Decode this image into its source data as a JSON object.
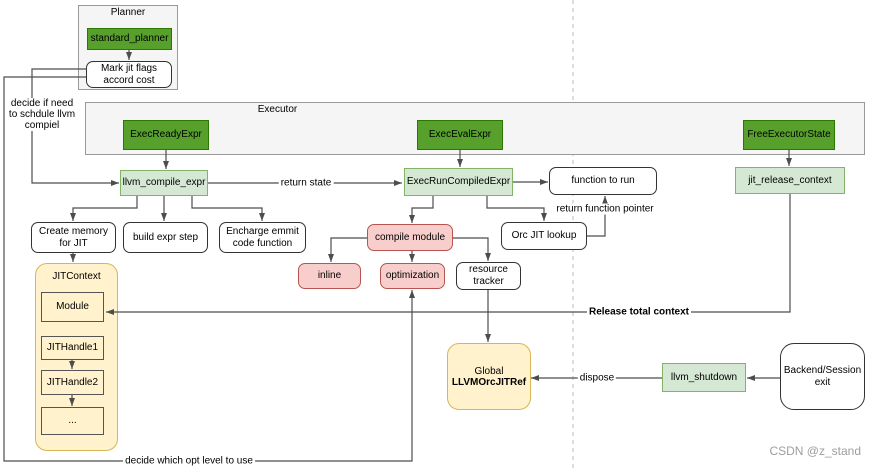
{
  "diagram": {
    "planner": {
      "title": "Planner",
      "standard_planner": "standard_planner",
      "mark_jit_flags": "Mark jit flags accord cost"
    },
    "executor": {
      "title": "Executor",
      "exec_ready_expr": "ExecReadyExpr",
      "exec_eval_expr": "ExecEvalExpr",
      "free_executor_state": "FreeExecutorState"
    },
    "nodes": {
      "llvm_compile_expr": "llvm_compile_expr",
      "exec_run_compiled_expr": "ExecRunCompiledExpr",
      "function_to_run": "function to run",
      "jit_release_context": "jit_release_context",
      "create_memory_for_jit": "Create memory for JIT",
      "build_expr_step": "build expr step",
      "encharge_emmit_code_function": "Encharge emmit code function",
      "compile_module": "compile module",
      "orc_jit_lookup": "Orc JIT lookup",
      "inline": "inline",
      "optimization": "optimization",
      "resource_tracker": "resource tracker",
      "global_jit_ref_line1": "Global",
      "global_jit_ref_line2": "LLVMOrcJITRef",
      "llvm_shutdown": "llvm_shutdown",
      "backend_session_exit": "Backend/Session exit"
    },
    "jit_context": {
      "title": "JITContext",
      "items": [
        "Module",
        "JITHandle1",
        "JITHandle2",
        "..."
      ]
    },
    "edge_labels": {
      "decide_schedule": "decide if need to schdule llvm compiel",
      "return_state": "return state",
      "return_function_pointer": "return function pointer",
      "release_total_context": "Release total context",
      "dispose": "dispose",
      "decide_opt_level": "decide which opt level to use"
    },
    "watermark": "CSDN @z_stand",
    "colors": {
      "dark_green_fill": "#58a02c",
      "dark_green_border": "#2d7600",
      "light_green_fill": "#d5e8d4",
      "light_green_border": "#82b366",
      "pink_fill": "#f8cecc",
      "pink_border": "#b85450",
      "yellow_fill": "#fff2cc",
      "yellow_border": "#d6b656",
      "container_fill": "#f5f5f5",
      "container_border": "#999999",
      "arrow": "#4d4d4d",
      "dashed_line": "#bbbbbb",
      "watermark_gray": "#9e9e9e"
    }
  }
}
